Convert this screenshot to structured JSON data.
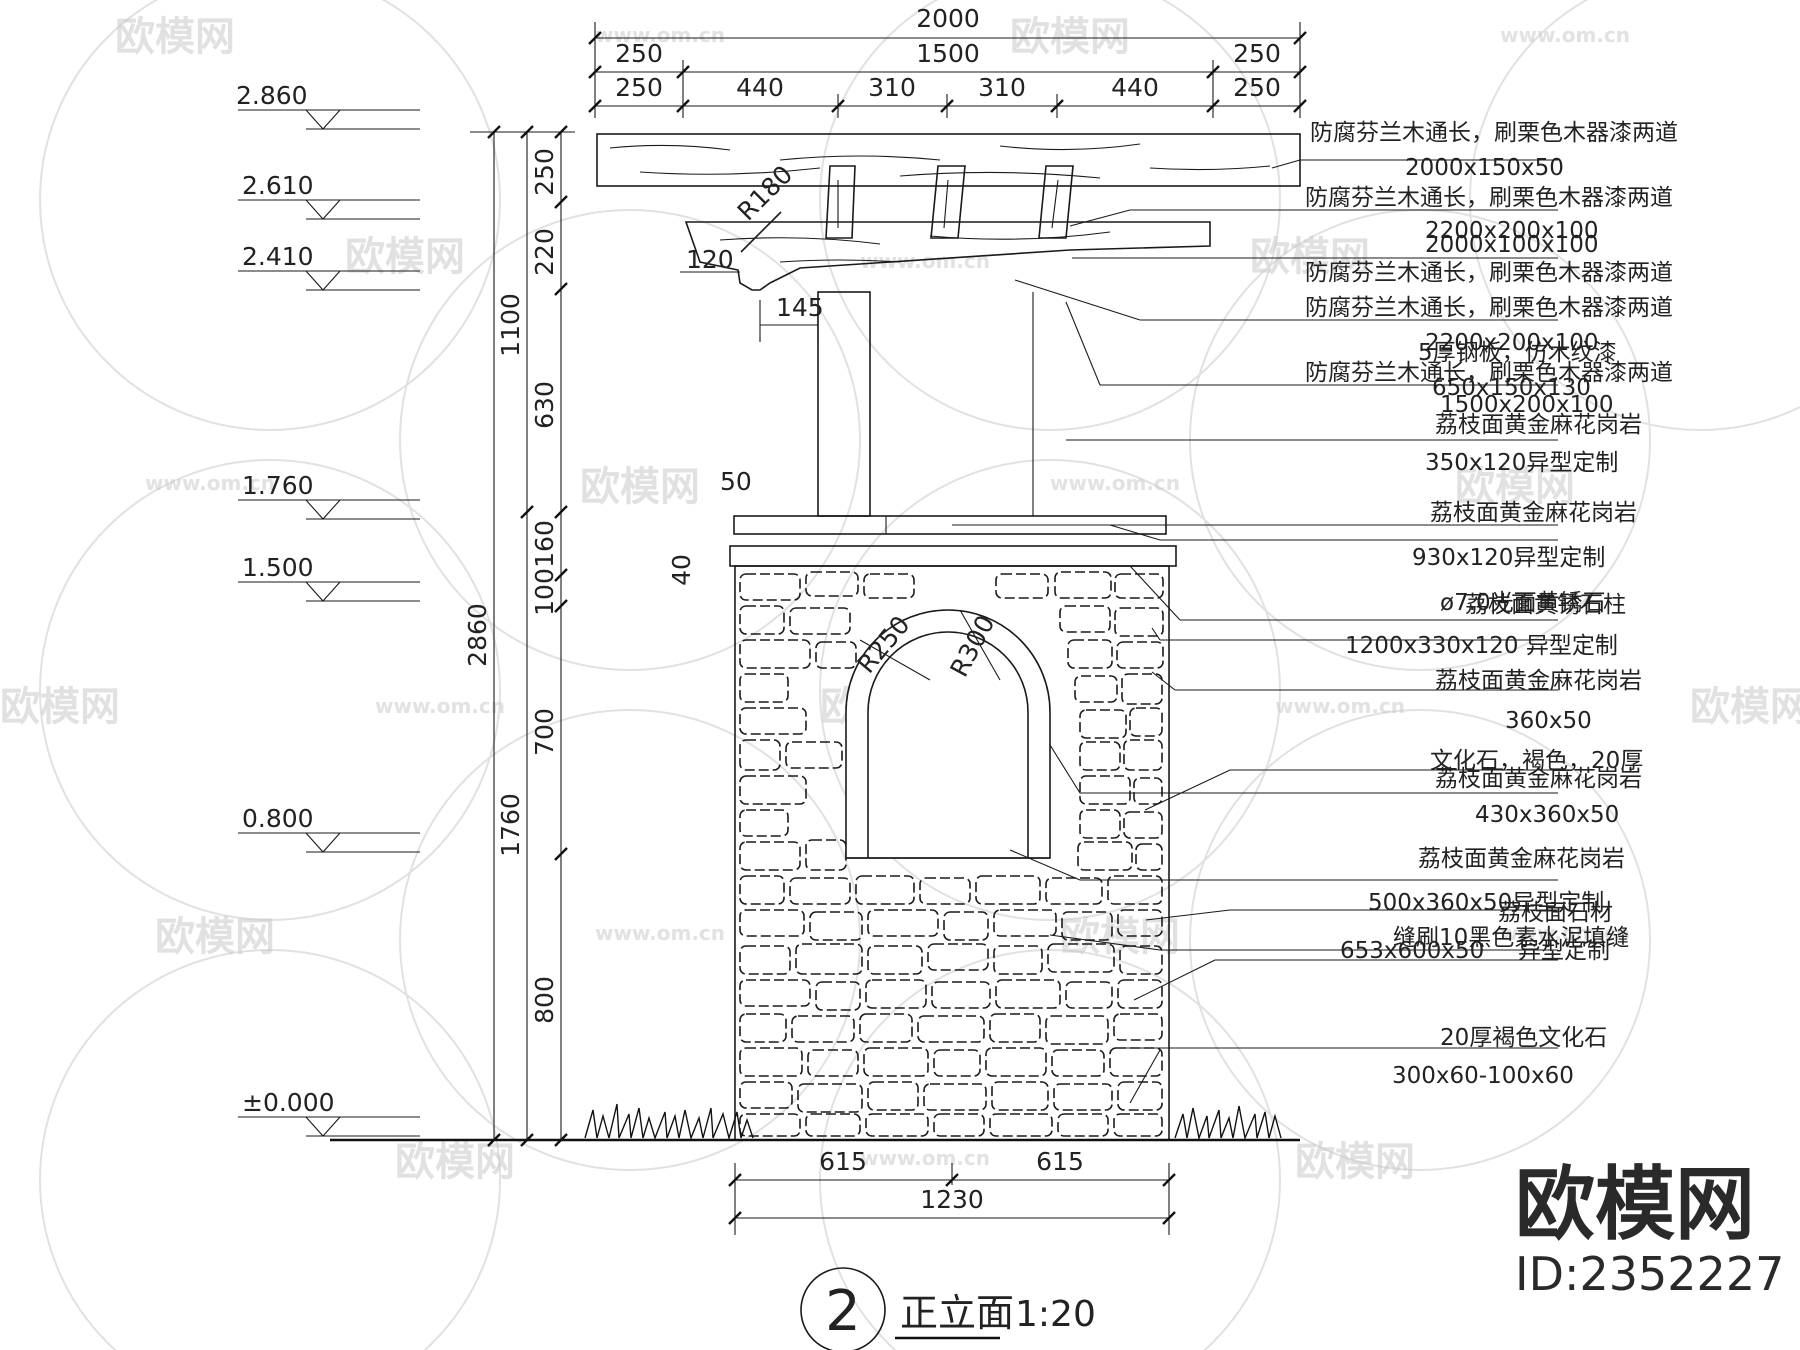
{
  "dimensions": {
    "top_total": "2000",
    "top_row2": [
      "250",
      "1500",
      "250"
    ],
    "top_row3": [
      "250",
      "440",
      "310",
      "310",
      "440",
      "250"
    ],
    "vertical_outer": [
      "1100",
      "1760"
    ],
    "vertical_total": "2860",
    "vertical_inner": [
      "250",
      "220",
      "630",
      "160",
      "100",
      "700",
      "800"
    ],
    "misc": [
      "120",
      "R180",
      "145",
      "50",
      "40",
      "R250",
      "R300"
    ],
    "bottom_halves": [
      "615",
      "615"
    ],
    "bottom_total": "1230"
  },
  "levels": [
    "2.860",
    "2.610",
    "2.410",
    "1.760",
    "1.500",
    "0.800",
    "±0.000"
  ],
  "notes": [
    "防腐芬兰木通长，刷栗色木器漆两道",
    "2000x150x50",
    "防腐芬兰木通长，刷栗色木器漆两道",
    "2200x200x100",
    "防腐芬兰木通长，刷栗色木器漆两道",
    "2000x100x100",
    "防腐芬兰木通长，刷栗色木器漆两道",
    "2200x200x100",
    "5厚钢板，仿木纹漆",
    "650x150x130",
    "防腐芬兰木通长，刷栗色木器漆两道",
    "1500x200x100",
    "荔枝面黄金麻花岗岩",
    "350x120异型定制",
    "荔枝面黄金麻花岗岩",
    "930x120异型定制",
    "ø7.0光面黄锈石",
    "荔枝面黄锈石柱",
    "1200x330x120  异型定制",
    "荔枝面黄金麻花岗岩",
    "360x50",
    "文化石，褐色，20厚",
    "荔枝面黄金麻花岗岩",
    "430x360x50",
    "荔枝面黄金麻花岗岩",
    "500x360x50异型定制",
    "荔枝面石材",
    "缝刷10黑色素水泥填缝",
    "653x600x50",
    "异型定制",
    "20厚褐色文化石",
    "300x60-100x60"
  ],
  "title": {
    "number": "2",
    "name": "正立面",
    "scale": "1:20"
  },
  "watermark": {
    "brand": "欧模网",
    "url": "www.om.cn",
    "id": "ID:2352227"
  },
  "colors": {
    "line": "#1a1a1a",
    "watermark": "#c9c9c9"
  }
}
